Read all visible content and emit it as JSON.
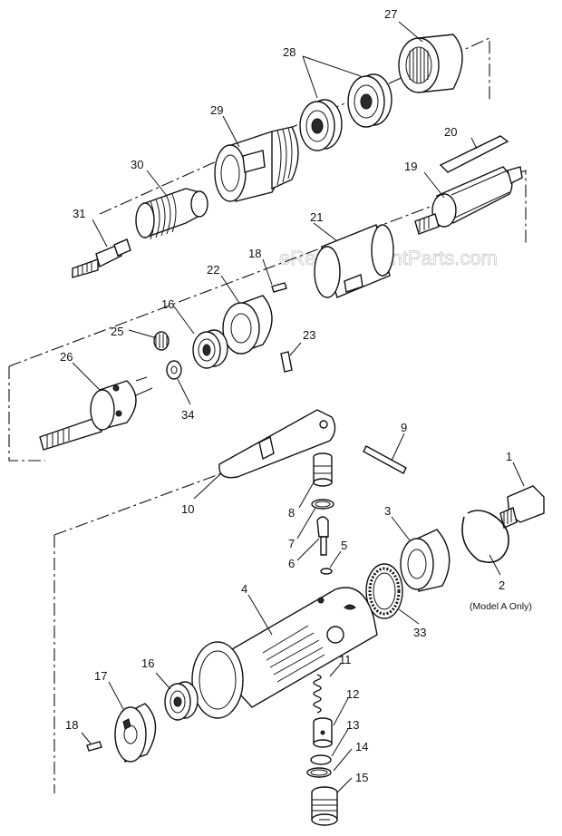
{
  "watermark": "eReplacementParts.com",
  "note_model_a": "(Model A Only)",
  "labels": {
    "p1": "1",
    "p2": "2",
    "p3": "3",
    "p4": "4",
    "p5": "5",
    "p6": "6",
    "p7": "7",
    "p8": "8",
    "p9": "9",
    "p10": "10",
    "p11": "11",
    "p12": "12",
    "p13": "13",
    "p14": "14",
    "p15": "15",
    "p16a": "16",
    "p16b": "16",
    "p17": "17",
    "p18a": "18",
    "p18b": "18",
    "p19": "19",
    "p20": "20",
    "p21": "21",
    "p22": "22",
    "p23": "23",
    "p25": "25",
    "p26": "26",
    "p27": "27",
    "p28": "28",
    "p29": "29",
    "p30": "30",
    "p31": "31",
    "p33": "33",
    "p34": "34"
  }
}
